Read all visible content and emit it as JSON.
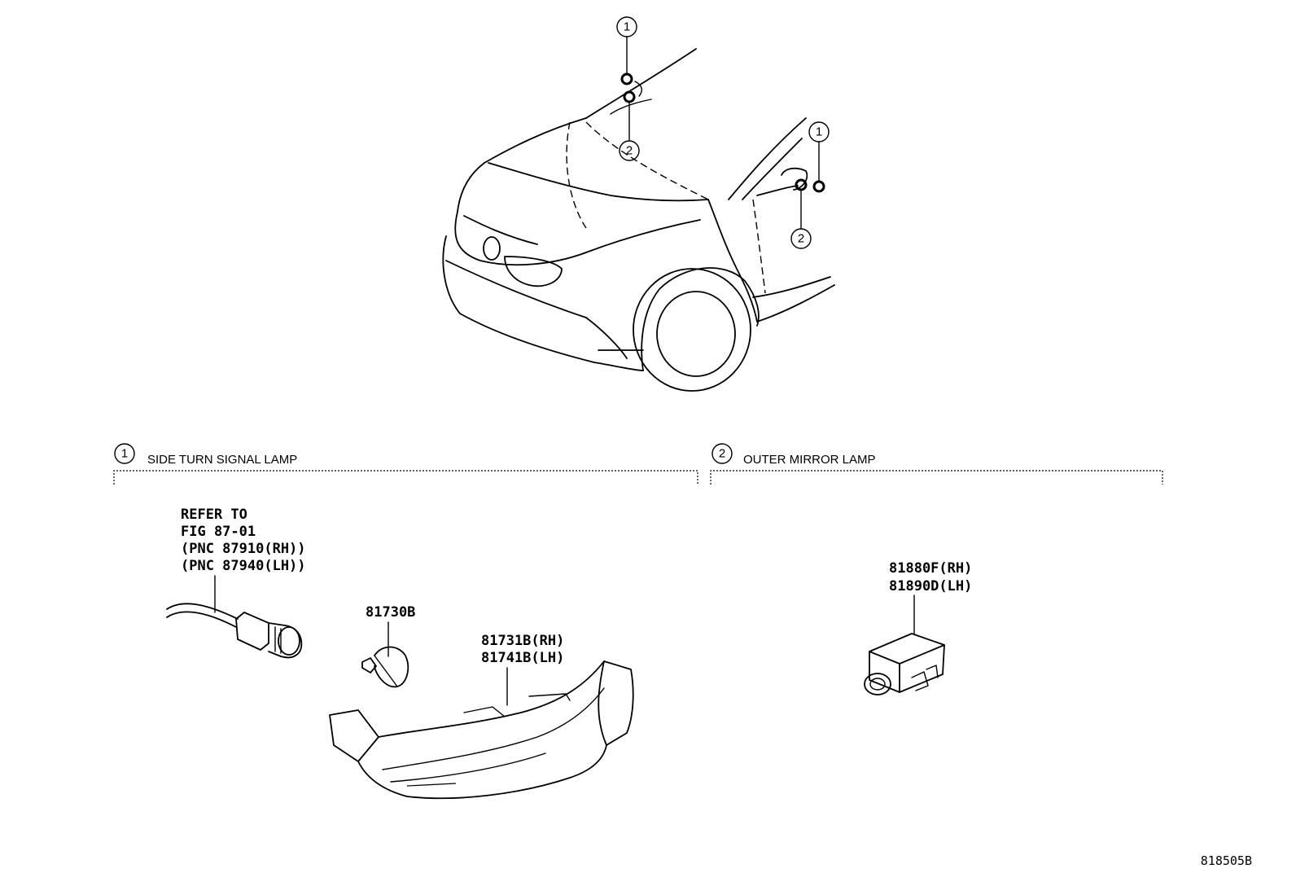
{
  "callouts": {
    "one": "1",
    "two": "2"
  },
  "sections": {
    "side_turn": {
      "number": "1",
      "title": "SIDE TURN SIGNAL LAMP"
    },
    "outer_mirror": {
      "number": "2",
      "title": "OUTER MIRROR LAMP"
    }
  },
  "parts": {
    "refer": [
      "REFER TO",
      "FIG 87-01",
      "(PNC 87910(RH))",
      "(PNC 87940(LH))"
    ],
    "bulb": "81730B",
    "lamp_lens": [
      "81731B(RH)",
      "81741B(LH)"
    ],
    "mirror_lamp": [
      "81880F(RH)",
      "81890D(LH)"
    ]
  },
  "figure_id": "818505B"
}
